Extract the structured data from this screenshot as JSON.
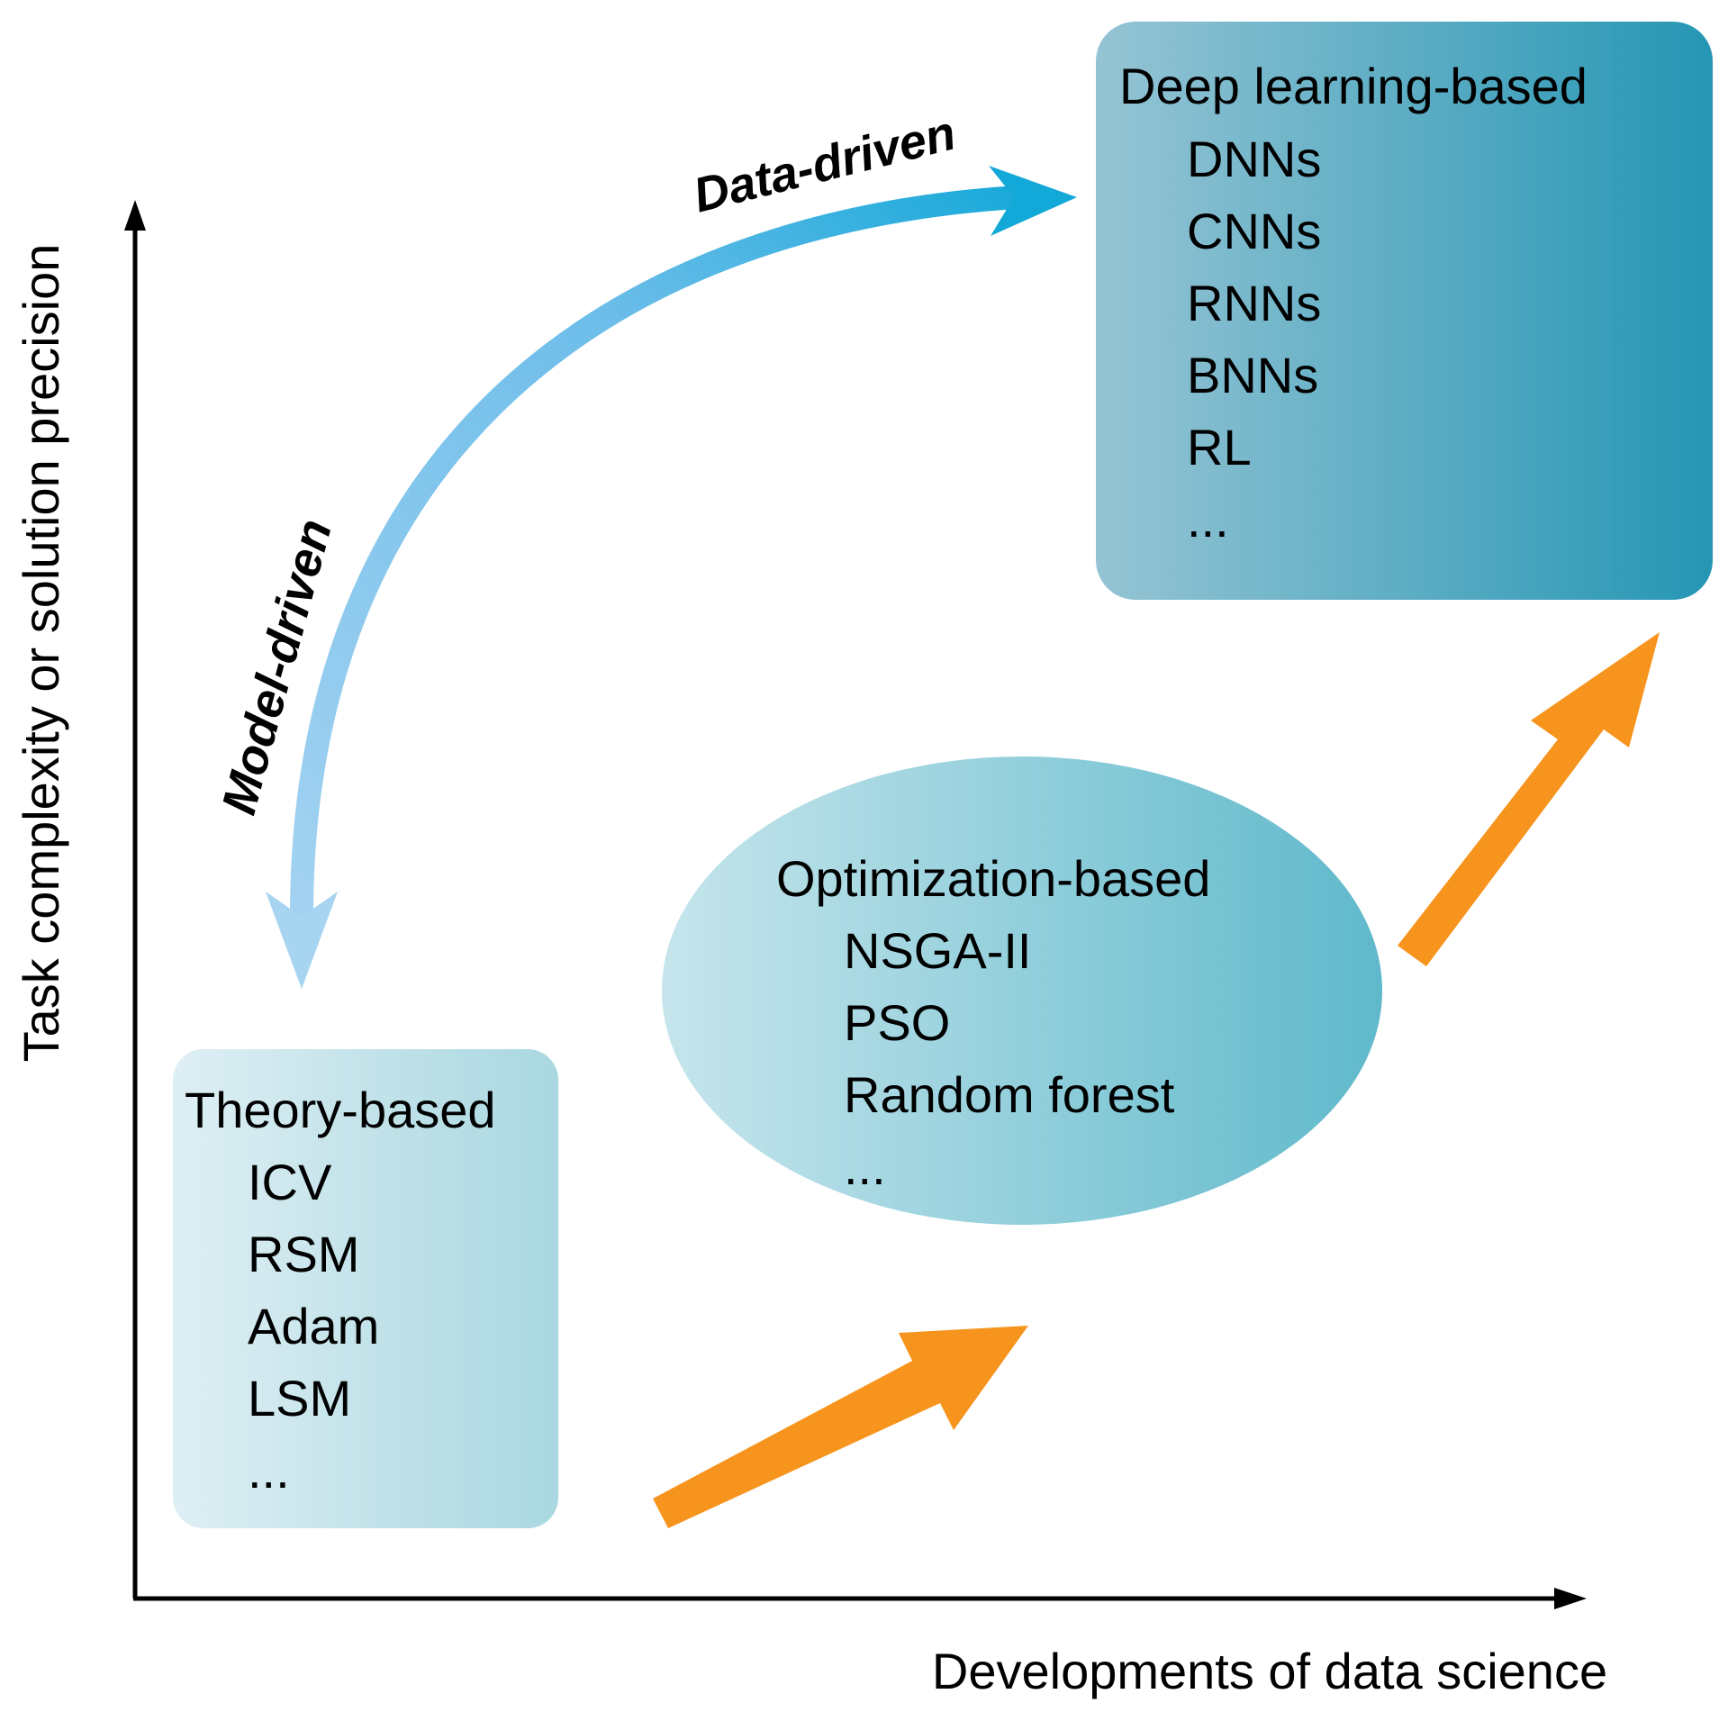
{
  "axes": {
    "y_label": "Task complexity or solution precision",
    "x_label": "Developments of data science"
  },
  "curve_labels": {
    "data_driven": "Data-driven",
    "model_driven": "Model-driven"
  },
  "theory": {
    "title": "Theory-based",
    "items": [
      "ICV",
      "RSM",
      "Adam",
      "LSM",
      "..."
    ]
  },
  "optimization": {
    "title": "Optimization-based",
    "items": [
      "NSGA-II",
      "PSO",
      "Random forest",
      "..."
    ]
  },
  "deep": {
    "title": "Deep learning-based",
    "items": [
      "DNNs",
      "CNNs",
      "RNNs",
      "BNNs",
      "RL",
      "..."
    ]
  },
  "colors": {
    "orange_arrow": "#f7941d",
    "curve_start": "#9fd0f0",
    "curve_end": "#12a8d8",
    "theory_left": "#deeff4",
    "theory_right": "#a9d7e0",
    "optim_left": "#c6e5ec",
    "optim_right": "#5fb9cb",
    "deep_left": "#95c4d4",
    "deep_right": "#2596b4"
  }
}
